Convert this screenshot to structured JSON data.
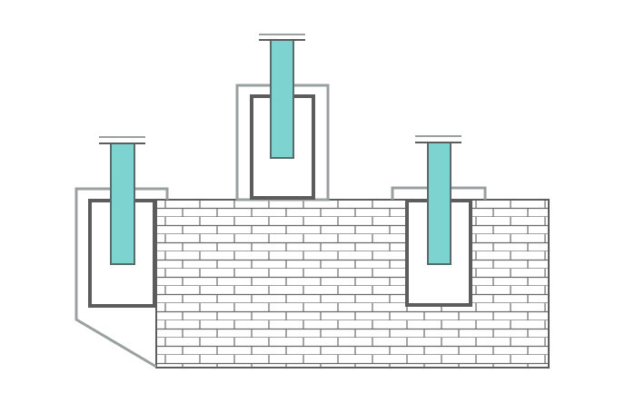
{
  "colors": {
    "background": "#ffffff",
    "rod_fill": "#7dd3cf",
    "rod_stroke": "#5a6a6a",
    "box_dark": "#5c5c5c",
    "outline_light": "#9aa0a0",
    "brick_line": "#6a6a6a"
  },
  "diagram": {
    "elements": [
      "brick-wall",
      "left-socket",
      "center-socket",
      "right-socket"
    ]
  }
}
